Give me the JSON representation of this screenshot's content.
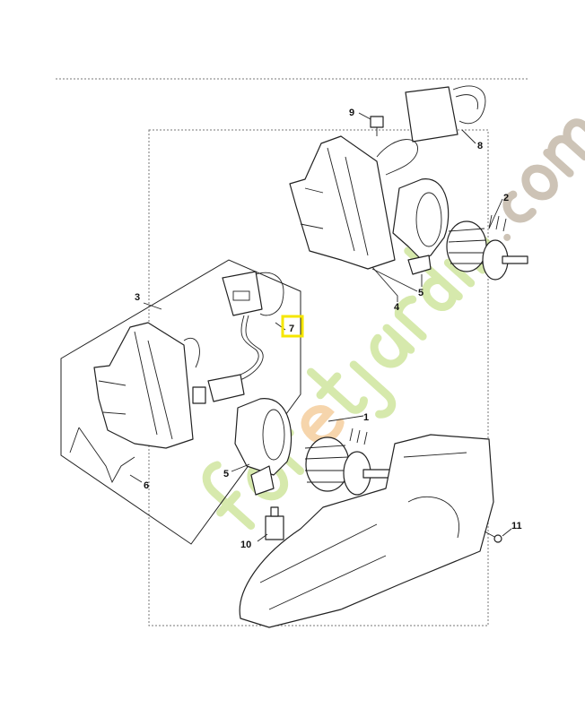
{
  "diagram": {
    "callouts": [
      {
        "id": "1",
        "label": "1"
      },
      {
        "id": "2",
        "label": "2"
      },
      {
        "id": "3",
        "label": "3"
      },
      {
        "id": "4",
        "label": "4"
      },
      {
        "id": "5a",
        "label": "5"
      },
      {
        "id": "5b",
        "label": "5"
      },
      {
        "id": "6",
        "label": "6"
      },
      {
        "id": "7",
        "label": "7"
      },
      {
        "id": "8",
        "label": "8"
      },
      {
        "id": "9",
        "label": "9"
      },
      {
        "id": "10",
        "label": "10"
      },
      {
        "id": "11",
        "label": "11"
      }
    ],
    "highlighted_callout": "7",
    "highlight_color": "#f5e600",
    "watermark": "foretjardin.com",
    "watermark_colors": [
      "#c6e08a",
      "#f3c48a",
      "#b8ab98"
    ]
  }
}
